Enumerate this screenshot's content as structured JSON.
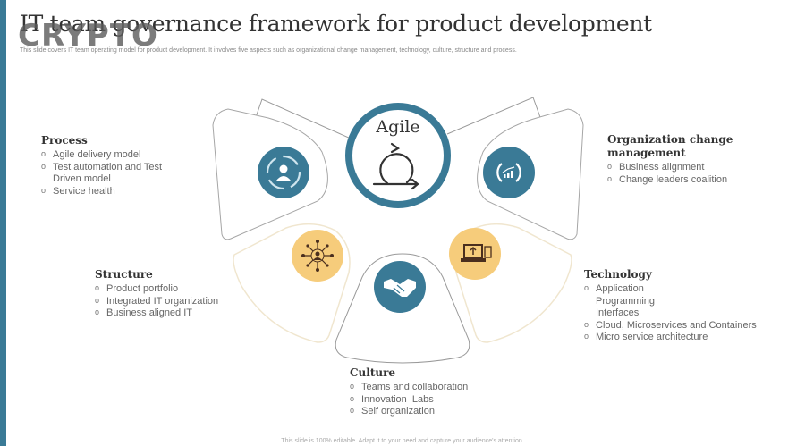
{
  "header": {
    "title": "IT team governance framework for product development",
    "watermark": "CRYPTO",
    "subtitle": "This slide covers IT team operating model for product development. It involves five aspects such as organizational change management, technology, culture, structure and process."
  },
  "center": {
    "label": "Agile",
    "icon": "agile-cycle-icon",
    "ring_color": "#3a7a96"
  },
  "colors": {
    "accent_teal": "#3a7a96",
    "accent_yellow": "#f6cc7b",
    "sidebar": "#3a7a96",
    "icon_dark": "#4a2e1e"
  },
  "sections": {
    "process": {
      "title": "Process",
      "icon": "user-cycle-icon",
      "items": [
        "Agile delivery model",
        "Test automation and Test Driven model",
        "Service health"
      ]
    },
    "org_change": {
      "title": "Organization change management",
      "icon": "growth-chart-cycle-icon",
      "items": [
        "Business alignment",
        "Change leaders coalition"
      ]
    },
    "structure": {
      "title": "Structure",
      "icon": "network-user-icon",
      "items": [
        "Product portfolio",
        "Integrated IT organization",
        "Business aligned IT"
      ]
    },
    "technology": {
      "title": "Technology",
      "icon": "laptop-upload-icon",
      "items": [
        "Application Programming Interfaces",
        "Cloud, Microservices and Containers",
        "Micro service architecture"
      ]
    },
    "culture": {
      "title": "Culture",
      "icon": "handshake-icon",
      "items": [
        "Teams and collaboration",
        "Innovation  Labs",
        "Self organization"
      ]
    }
  },
  "footer": {
    "text": "This slide is 100% editable. Adapt it to your need and capture your audience's attention."
  }
}
